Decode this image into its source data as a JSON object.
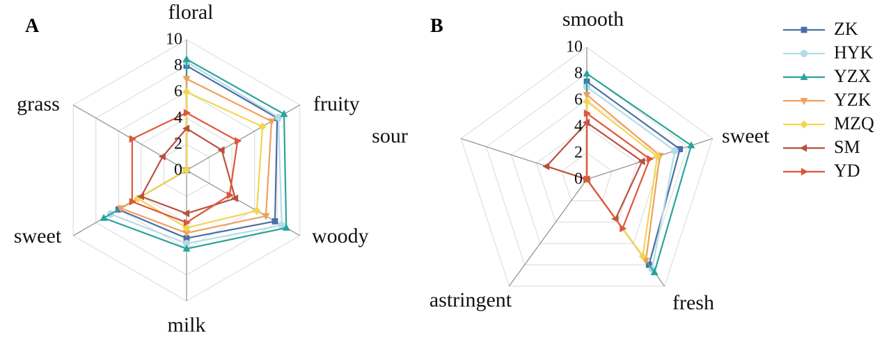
{
  "chart_data": [
    {
      "type": "radar",
      "panel": "A",
      "axes": [
        "floral",
        "fruity",
        "woody",
        "milk",
        "sweet",
        "grass"
      ],
      "rlim": [
        0,
        10
      ],
      "ticks": [
        "0",
        "2",
        "4",
        "6",
        "8",
        "10"
      ],
      "series": [
        {
          "name": "ZK",
          "values": [
            8.0,
            8.0,
            7.8,
            5.2,
            6.0,
            0
          ]
        },
        {
          "name": "HYK",
          "values": [
            8.3,
            8.1,
            8.4,
            5.6,
            6.7,
            0
          ]
        },
        {
          "name": "YZX",
          "values": [
            8.5,
            8.6,
            8.8,
            6.0,
            7.3,
            0
          ]
        },
        {
          "name": "YZK",
          "values": [
            7.0,
            7.5,
            7.0,
            4.8,
            5.8,
            0
          ]
        },
        {
          "name": "MZQ",
          "values": [
            6.0,
            6.7,
            6.2,
            4.4,
            4.3,
            0
          ]
        },
        {
          "name": "SM",
          "values": [
            3.2,
            3.1,
            4.3,
            3.3,
            4.0,
            2.1
          ]
        },
        {
          "name": "YD",
          "values": [
            4.4,
            4.5,
            3.8,
            4.0,
            4.8,
            4.8
          ]
        }
      ],
      "grid": true
    },
    {
      "type": "radar",
      "panel": "B",
      "axes": [
        "smooth",
        "sweet",
        "fresh",
        "astringent",
        "sour"
      ],
      "rlim": [
        0,
        10
      ],
      "ticks": [
        "0",
        "2",
        "4",
        "6",
        "8",
        "10"
      ],
      "series": [
        {
          "name": "ZK",
          "values": [
            7.4,
            7.4,
            8.0,
            0,
            0
          ]
        },
        {
          "name": "HYK",
          "values": [
            7.0,
            7.0,
            8.4,
            0,
            0
          ]
        },
        {
          "name": "YZX",
          "values": [
            8.0,
            8.3,
            8.7,
            0,
            0
          ]
        },
        {
          "name": "YZK",
          "values": [
            6.4,
            5.8,
            7.6,
            0,
            0
          ]
        },
        {
          "name": "MZQ",
          "values": [
            5.9,
            5.6,
            7.2,
            0,
            0
          ]
        },
        {
          "name": "SM",
          "values": [
            4.3,
            4.4,
            3.7,
            0,
            3.2
          ]
        },
        {
          "name": "YD",
          "values": [
            5.0,
            5.0,
            4.6,
            0,
            0
          ]
        }
      ],
      "grid": true
    }
  ],
  "legend": {
    "placement": "right",
    "items": [
      {
        "name": "ZK",
        "color": "#4a6fa5",
        "marker": "square"
      },
      {
        "name": "HYK",
        "color": "#b5dce6",
        "marker": "circle"
      },
      {
        "name": "YZX",
        "color": "#2aa39b",
        "marker": "triangle-up"
      },
      {
        "name": "YZK",
        "color": "#f0a05c",
        "marker": "triangle-down"
      },
      {
        "name": "MZQ",
        "color": "#f3d54f",
        "marker": "diamond"
      },
      {
        "name": "SM",
        "color": "#b9513f",
        "marker": "triangle-left"
      },
      {
        "name": "YD",
        "color": "#e0553a",
        "marker": "triangle-right"
      }
    ]
  }
}
